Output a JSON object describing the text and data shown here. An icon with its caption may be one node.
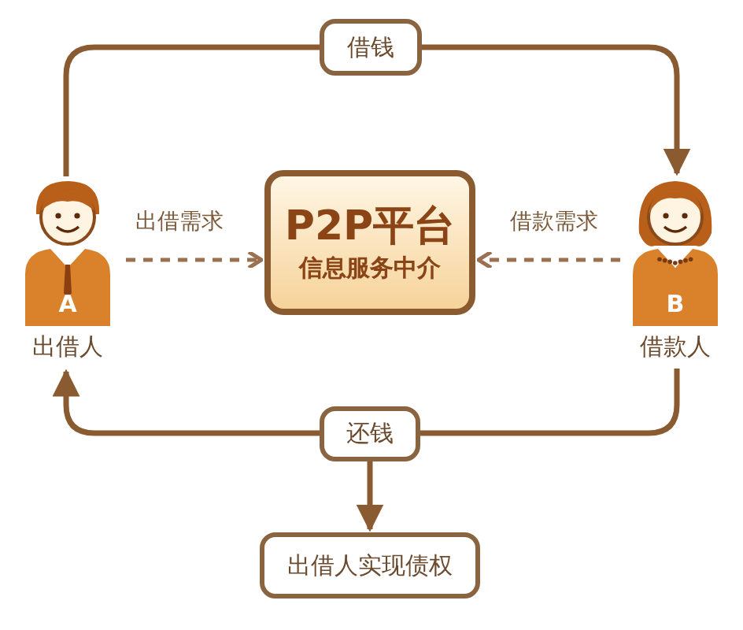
{
  "diagram": {
    "nodes": [
      {
        "text": [
          "A",
          "出借人"
        ]
      },
      {
        "text": [
          "借钱"
        ]
      },
      {
        "text": [
          "P2P平台",
          "信息服务中介"
        ]
      },
      {
        "text": [
          "B",
          "借款人"
        ]
      },
      {
        "text": [
          "还钱"
        ]
      },
      {
        "text": [
          "出借人实现债权"
        ]
      }
    ],
    "edges": [
      {
        "from": 0,
        "to": 1,
        "arrow": "none"
      },
      {
        "from": 1,
        "to": 3,
        "arrow": "to"
      },
      {
        "from": 0,
        "to": 2,
        "arrow": "to",
        "label": "出借需求",
        "style": "dashed"
      },
      {
        "from": 3,
        "to": 2,
        "arrow": "to",
        "label": "借款需求",
        "style": "dashed"
      },
      {
        "from": 3,
        "to": 4,
        "arrow": "none"
      },
      {
        "from": 4,
        "to": 0,
        "arrow": "to"
      },
      {
        "from": 4,
        "to": 5,
        "arrow": "to"
      }
    ]
  }
}
